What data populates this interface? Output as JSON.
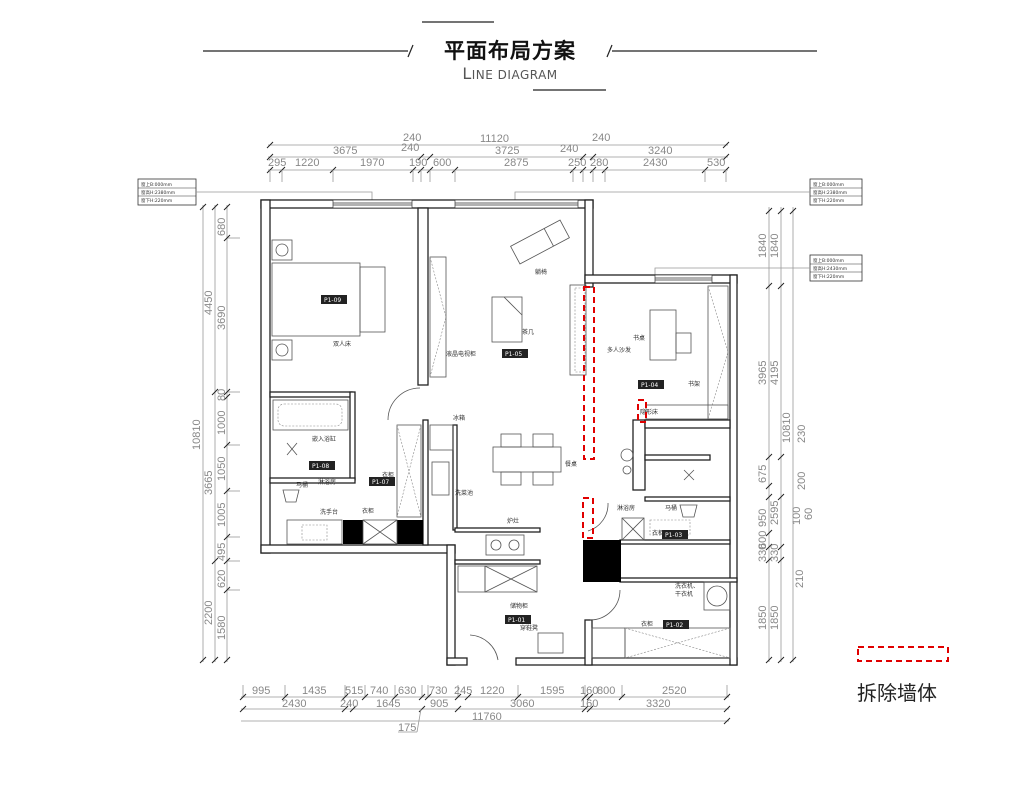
{
  "header": {
    "title": "平面布局方案",
    "subtitle_first": "L",
    "subtitle_rest": "INE DIAGRAM"
  },
  "legend": {
    "label": "拆除墙体",
    "color": "#e00000"
  },
  "window_tags": [
    [
      "窗上B:000mm",
      "窗高H:2380mm",
      "窗下H:220mm"
    ],
    [
      "窗上B:000mm",
      "窗高H:2380mm",
      "窗下H:220mm"
    ],
    [
      "窗上B:000mm",
      "窗高H:2430mm",
      "窗下H:220mm"
    ]
  ],
  "dimensions": {
    "top_overall": [
      "240",
      "11120",
      "240"
    ],
    "top_mid": [
      "3675",
      "240",
      "3725",
      "240",
      "3240"
    ],
    "top_detail": [
      "295",
      "1220",
      "1970",
      "190",
      "600",
      "2875",
      "250",
      "280",
      "2430",
      "530"
    ],
    "bottom_detail": [
      "995",
      "1435",
      "515",
      "740",
      "630",
      "730",
      "245",
      "1220",
      "1595",
      "160",
      "800",
      "2520"
    ],
    "bottom_mid": [
      "2430",
      "240",
      "1645",
      "905",
      "3060",
      "160",
      "3320"
    ],
    "bottom_overall": [
      "11760",
      "175"
    ],
    "left_overall": [
      "10810"
    ],
    "left_mid": [
      "4450",
      "3665",
      "2200"
    ],
    "left_detail": [
      "680",
      "3690",
      "80",
      "1000",
      "1050",
      "1005",
      "495",
      "620",
      "1580"
    ],
    "right_a": [
      "1840",
      "3965",
      "675",
      "950",
      "600",
      "330",
      "1850"
    ],
    "right_b": [
      "1840",
      "4195",
      "2595",
      "330",
      "1850"
    ],
    "right_c": [
      "10810",
      "230",
      "200",
      "100",
      "60",
      "210"
    ]
  },
  "room_tags": [
    "P1-01",
    "P1-02",
    "P1-03",
    "P1-04",
    "P1-05",
    "P1-07",
    "P1-08",
    "P1-09"
  ],
  "furniture": {
    "recliner": "躺椅",
    "coffee_table": "茶几",
    "tv_cabinet": "液晶电视柜",
    "double_bed": "双人床",
    "bathtub": "嵌入浴缸",
    "shower_1": "淋浴房",
    "toilet_1": "马桶",
    "wash_basin": "洗手台",
    "wardrobe_1": "衣柜",
    "wardrobe_2": "衣柜",
    "fridge": "冰箱",
    "sink": "洗菜池",
    "stove": "炉灶",
    "dining_table": "餐桌",
    "sofa": "多人沙发",
    "desk": "书桌",
    "bookshelf": "书架",
    "hidden_bed": "隐形床",
    "shower_2": "淋浴房",
    "toilet_2": "马桶",
    "wardrobe_3": "衣柜",
    "storage": "储物柜",
    "shoe_bench": "穿鞋凳",
    "washer": "洗衣机、",
    "dryer": "干衣机",
    "wardrobe_4": "衣柜"
  }
}
